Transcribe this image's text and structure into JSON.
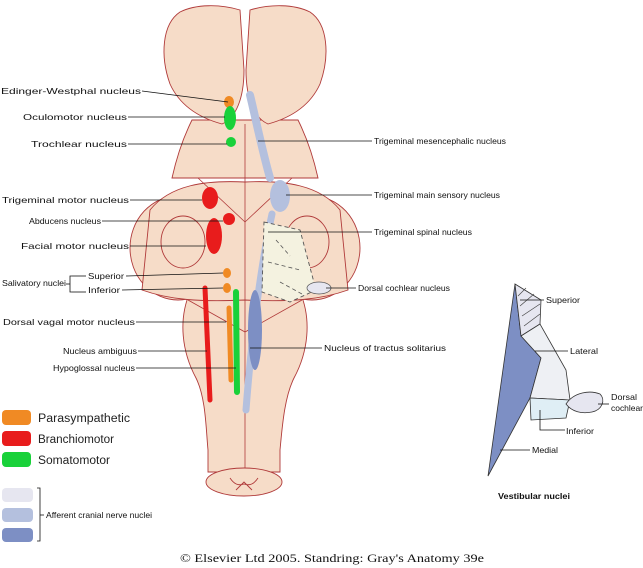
{
  "labels_left": {
    "edinger_westphal": "Edinger-Westphal nucleus",
    "oculomotor": "Oculomotor nucleus",
    "trochlear": "Trochlear nucleus",
    "trigeminal_motor": "Trigeminal motor nucleus",
    "abducens": "Abducens nucleus",
    "facial_motor": "Facial motor nucleus",
    "salivatory": "Salivatory nuclei",
    "superior": "Superior",
    "inferior": "Inferior",
    "dorsal_vagal": "Dorsal vagal motor nucleus",
    "ambiguus": "Nucleus ambiguus",
    "hypoglossal": "Hypoglossal nucleus"
  },
  "labels_right": {
    "trig_mesencephalic": "Trigeminal mesencephalic nucleus",
    "trig_main_sensory": "Trigeminal main sensory nucleus",
    "trig_spinal": "Trigeminal spinal nucleus",
    "dorsal_cochlear": "Dorsal cochlear nucleus",
    "tractus_solitarius": "Nucleus of tractus solitarius"
  },
  "vestibular": {
    "superior": "Superior",
    "lateral": "Lateral",
    "dorsal": "Dorsal",
    "cochlear": "cochlear",
    "inferior": "Inferior",
    "medial": "Medial",
    "title": "Vestibular nuclei"
  },
  "legend": {
    "parasympathetic": "Parasympathetic",
    "branchiomotor": "Branchiomotor",
    "somatomotor": "Somatomotor",
    "afferent": "Afferent cranial nerve nuclei"
  },
  "colors": {
    "parasympathetic": "#f08a24",
    "branchiomotor": "#e81c1c",
    "somatomotor": "#19d13a",
    "afferent_light": "#e6e6f0",
    "afferent_mid": "#b4c0de",
    "afferent_dark": "#7d8fc4",
    "tissue": "#f6dcc8",
    "outline": "#b03a3a"
  },
  "copyright": "© Elsevier Ltd 2005. Standring: Gray's Anatomy 39e"
}
